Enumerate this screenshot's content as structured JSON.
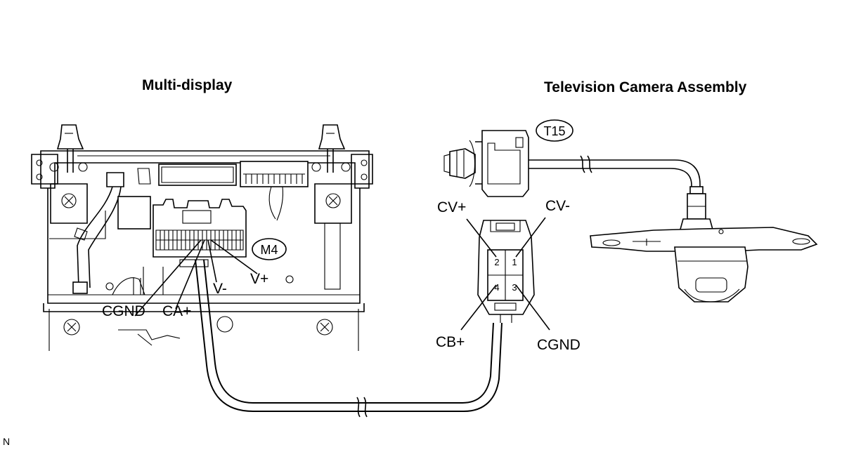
{
  "titles": {
    "multi_display": "Multi-display",
    "camera": "Television Camera Assembly"
  },
  "connectors": {
    "m4": "M4",
    "t15": "T15"
  },
  "m4_terminals": {
    "cgnd": "CGND",
    "ca_plus": "CA+",
    "v_minus": "V-",
    "v_plus": "V+"
  },
  "t15_terminals": {
    "cv_plus": "CV+",
    "cv_minus": "CV-",
    "cb_plus": "CB+",
    "cgnd": "CGND"
  },
  "t15_pins": [
    "2",
    "1",
    "4",
    "3"
  ],
  "corner_mark": "N"
}
